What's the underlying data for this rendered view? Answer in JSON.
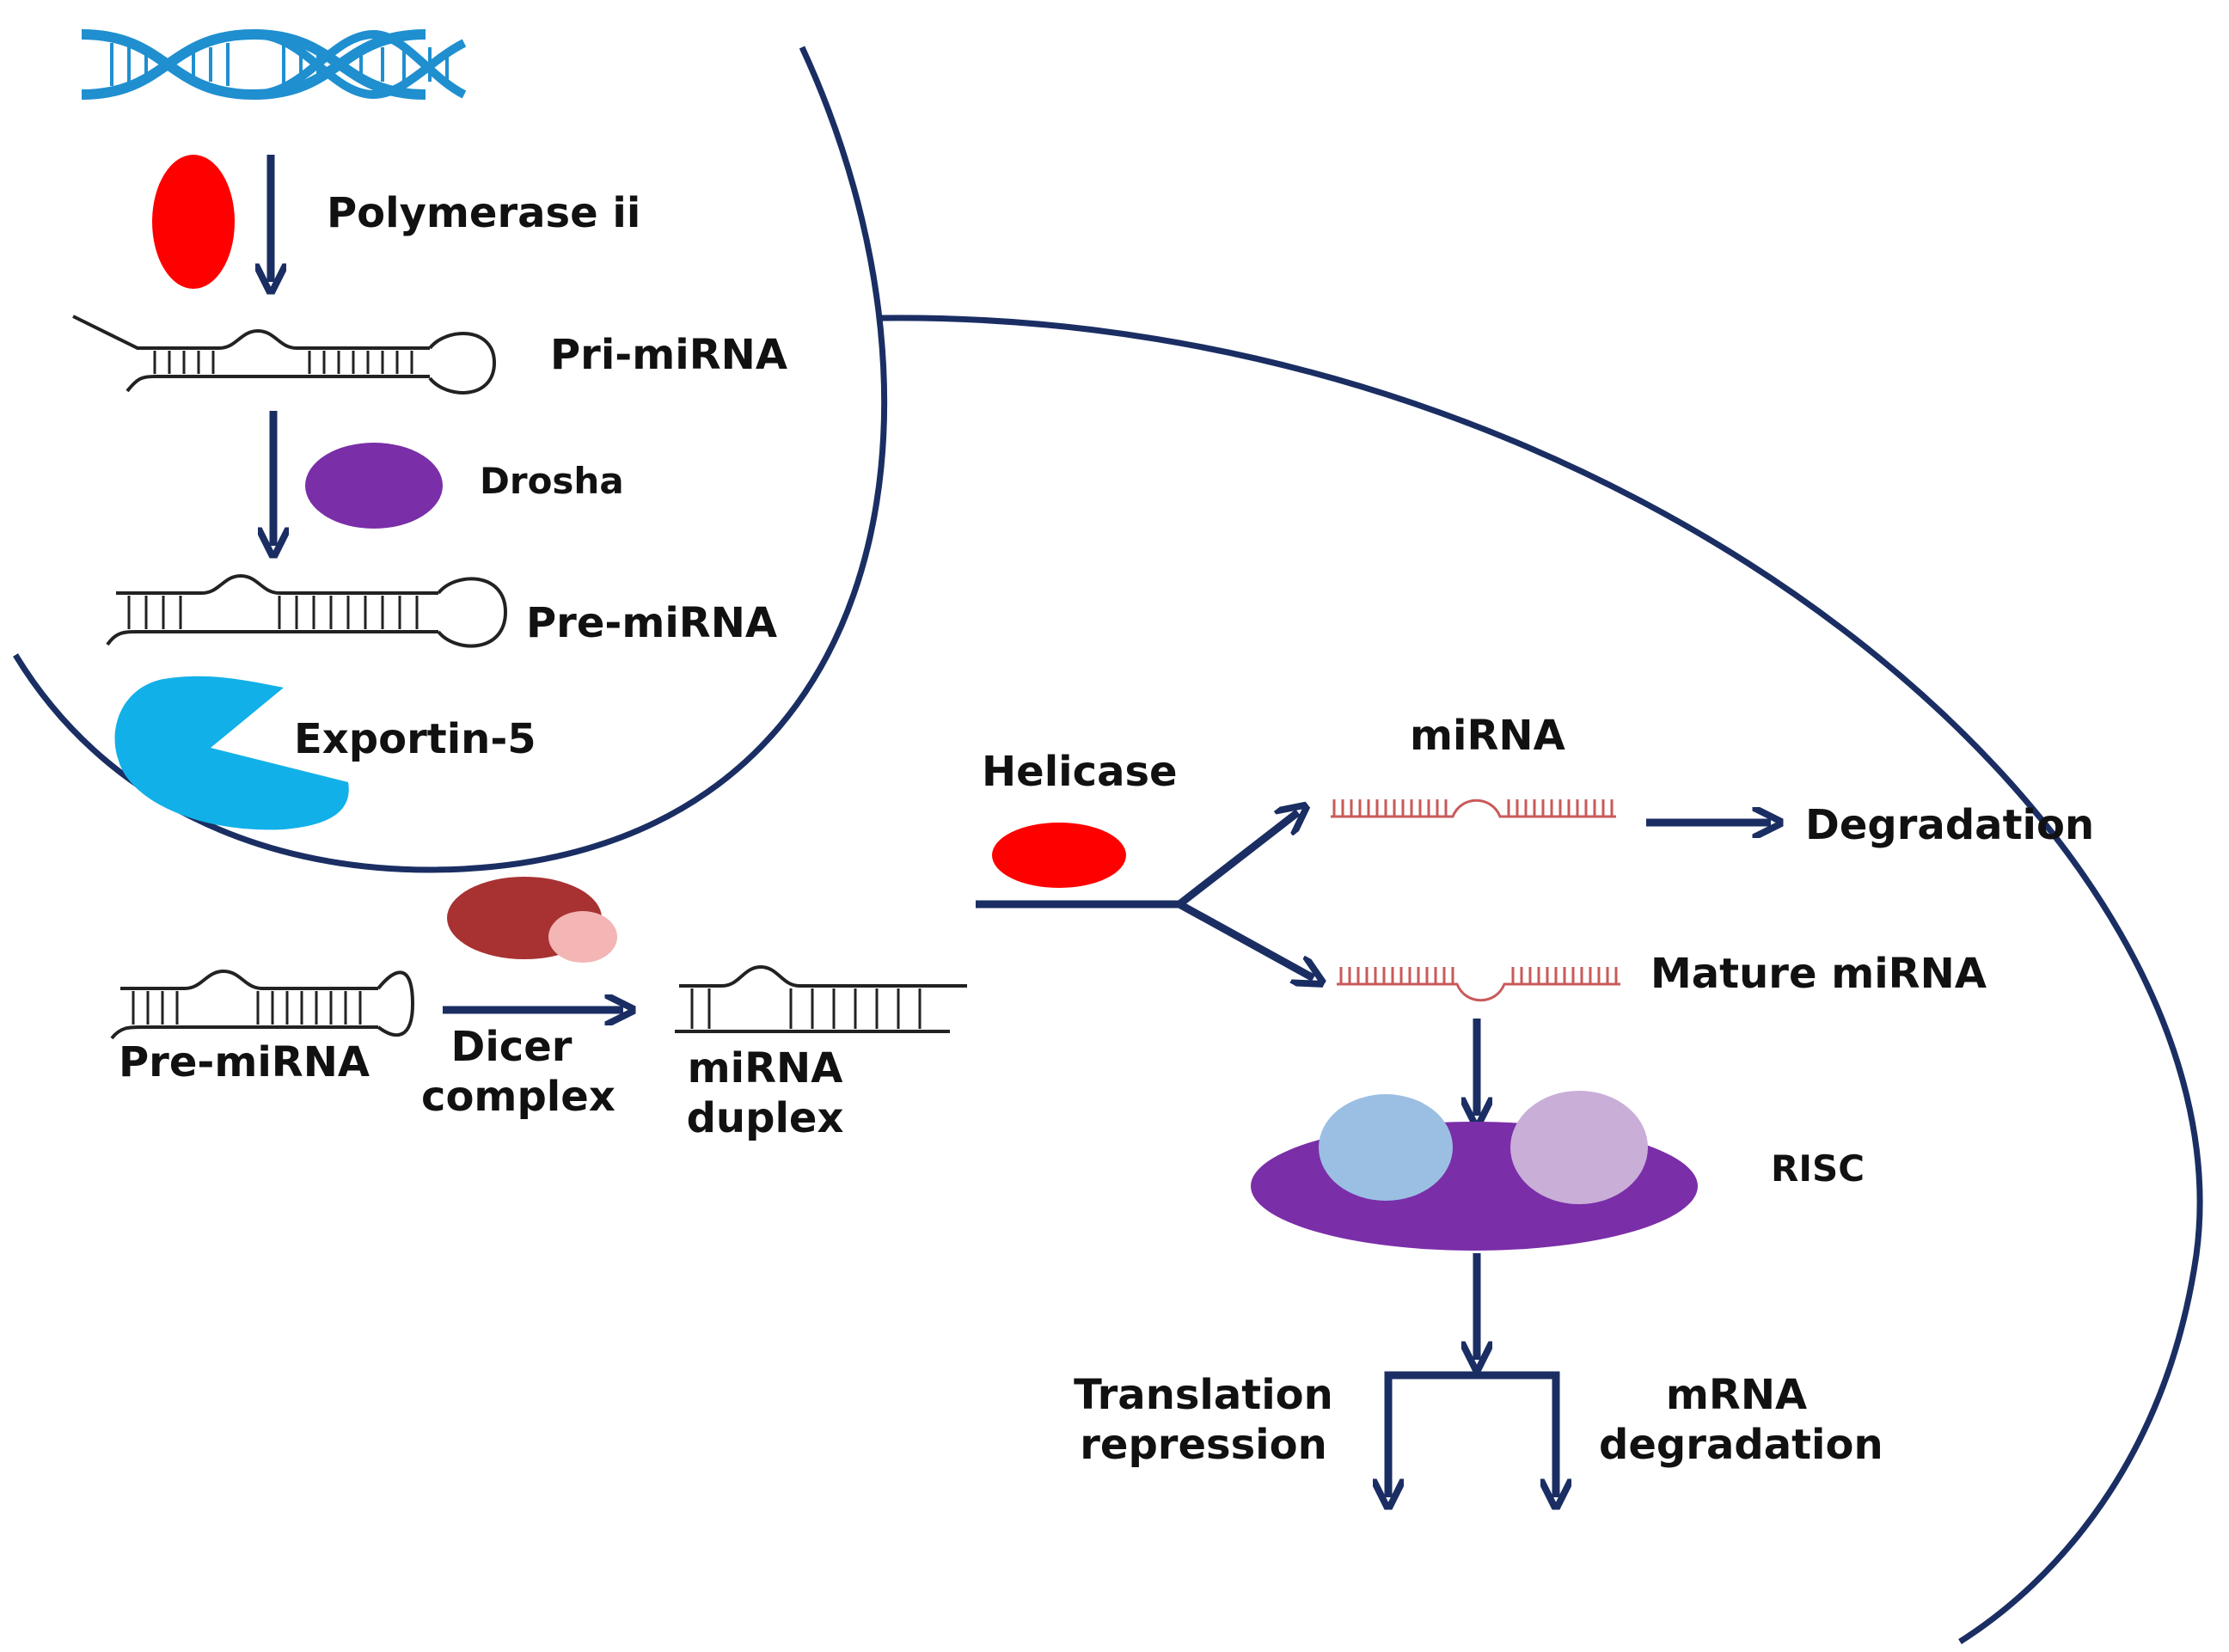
{
  "labels": {
    "polymerase": "Polymerase ii",
    "pri_mirna": "Pri-miRNA",
    "drosha": "Drosha",
    "pre_mirna_nucleus": "Pre-miRNA",
    "exportin": "Exportin-5",
    "pre_mirna_cyto": "Pre-miRNA",
    "dicer_line1": "Dicer",
    "dicer_line2": "complex",
    "duplex_line1": "miRNA",
    "duplex_line2": "duplex",
    "helicase": "Helicase",
    "mirna": "miRNA",
    "degradation": "Degradation",
    "mature_mirna": "Mature miRNA",
    "risc": "RISC",
    "translation_line1": "Translation",
    "translation_line2": "repression",
    "mrna_line1": "mRNA",
    "mrna_line2": "degradation"
  },
  "colors": {
    "arrow": "#1a2e63",
    "membrane": "#1a2e63",
    "polymerase": "#ff0000",
    "drosha": "#7a2ea8",
    "exportin": "#12b0e8",
    "dicer_main": "#a83232",
    "dicer_sub": "#f4b5b5",
    "helicase": "#ff0000",
    "rna_black": "#222222",
    "rna_red": "#c95a5a",
    "risc_body": "#7a2ea8",
    "risc_left": "#9bbfe3",
    "risc_right": "#c9aed8",
    "dna": "#1f8fd0"
  },
  "icons": {
    "dna": "dna-helix-icon"
  }
}
